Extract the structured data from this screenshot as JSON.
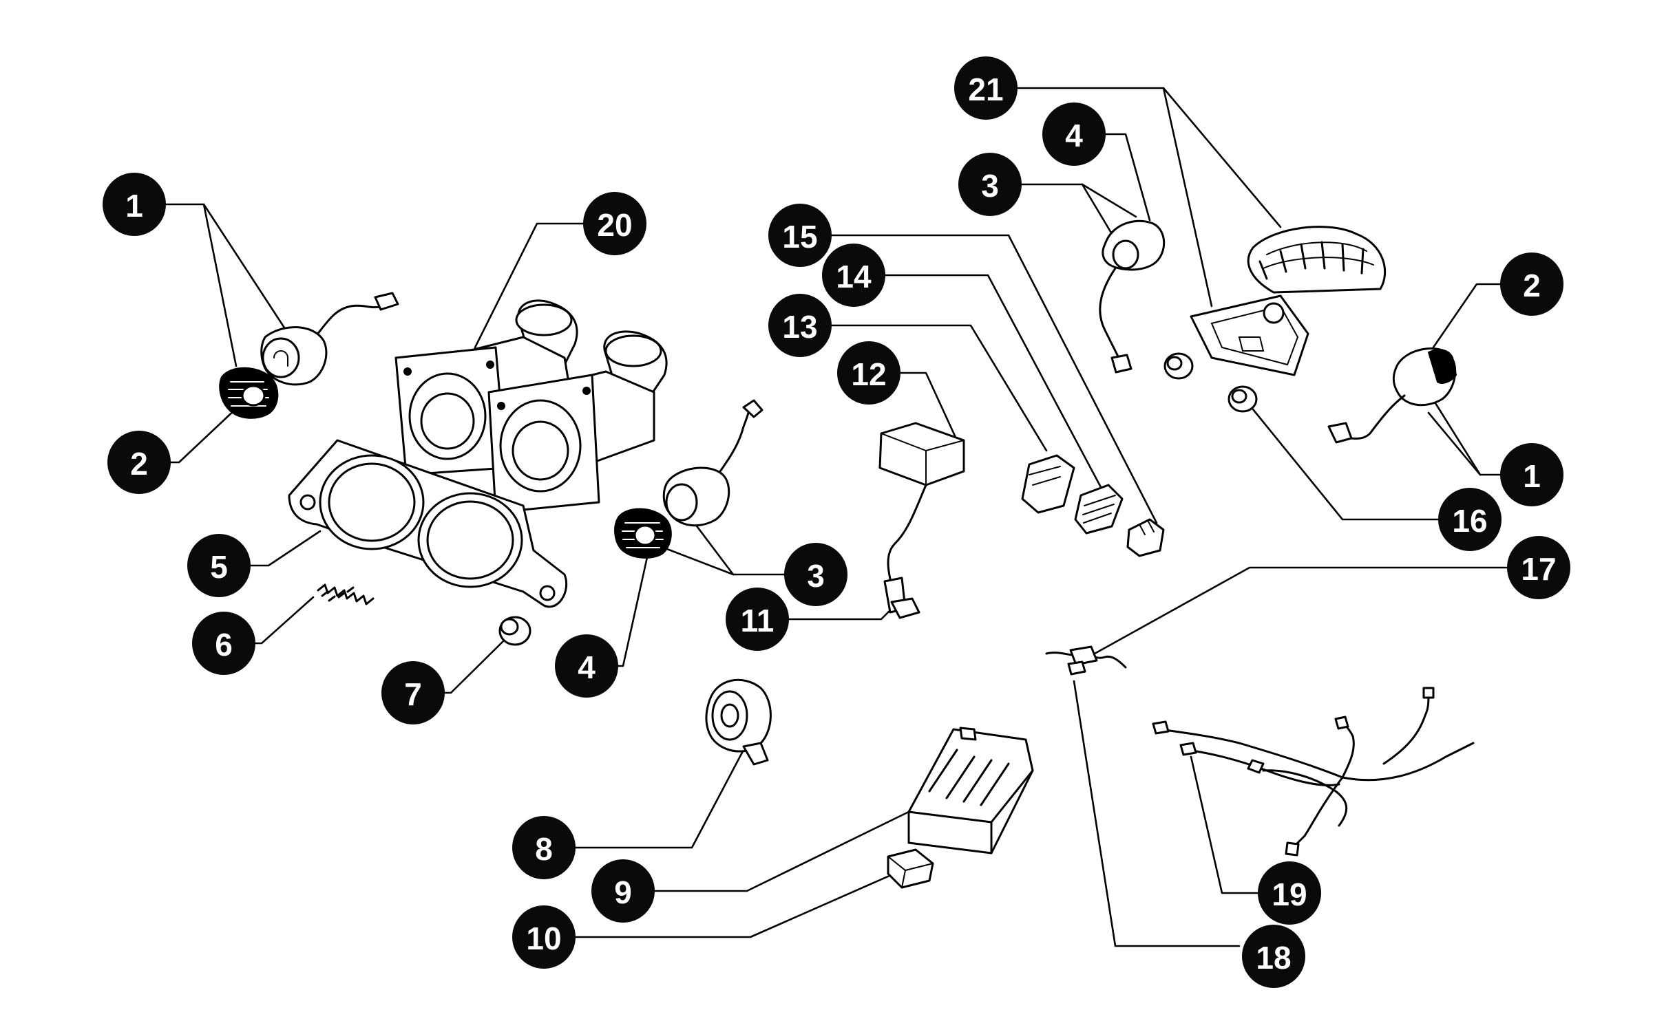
{
  "callouts": {
    "c1a": "1",
    "c2a": "2",
    "c20": "20",
    "c5": "5",
    "c6": "6",
    "c7": "7",
    "c4a": "4",
    "c3a": "3",
    "c11": "11",
    "c12": "12",
    "c13": "13",
    "c14": "14",
    "c15": "15",
    "c8": "8",
    "c9": "9",
    "c10": "10",
    "c21": "21",
    "c4b": "4",
    "c3b": "3",
    "c2b": "2",
    "c1b": "1",
    "c16": "16",
    "c17": "17",
    "c18": "18",
    "c19": "19"
  }
}
